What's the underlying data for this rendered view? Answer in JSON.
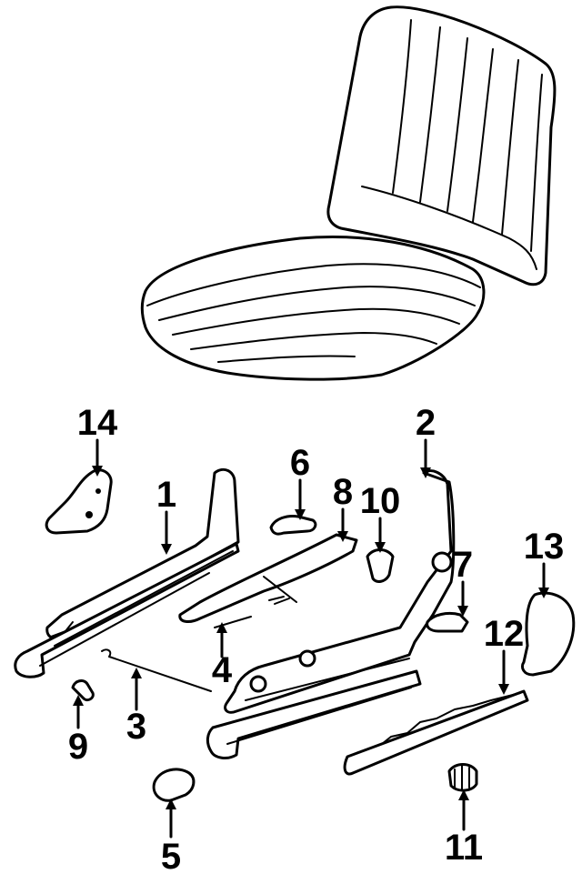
{
  "callouts": {
    "c1": "1",
    "c2": "2",
    "c3": "3",
    "c4": "4",
    "c5": "5",
    "c6": "6",
    "c7": "7",
    "c8": "8",
    "c9": "9",
    "c10": "10",
    "c11": "11",
    "c12": "12",
    "c13": "13",
    "c14": "14"
  },
  "style": {
    "ink": "#000000",
    "paper": "#ffffff"
  }
}
